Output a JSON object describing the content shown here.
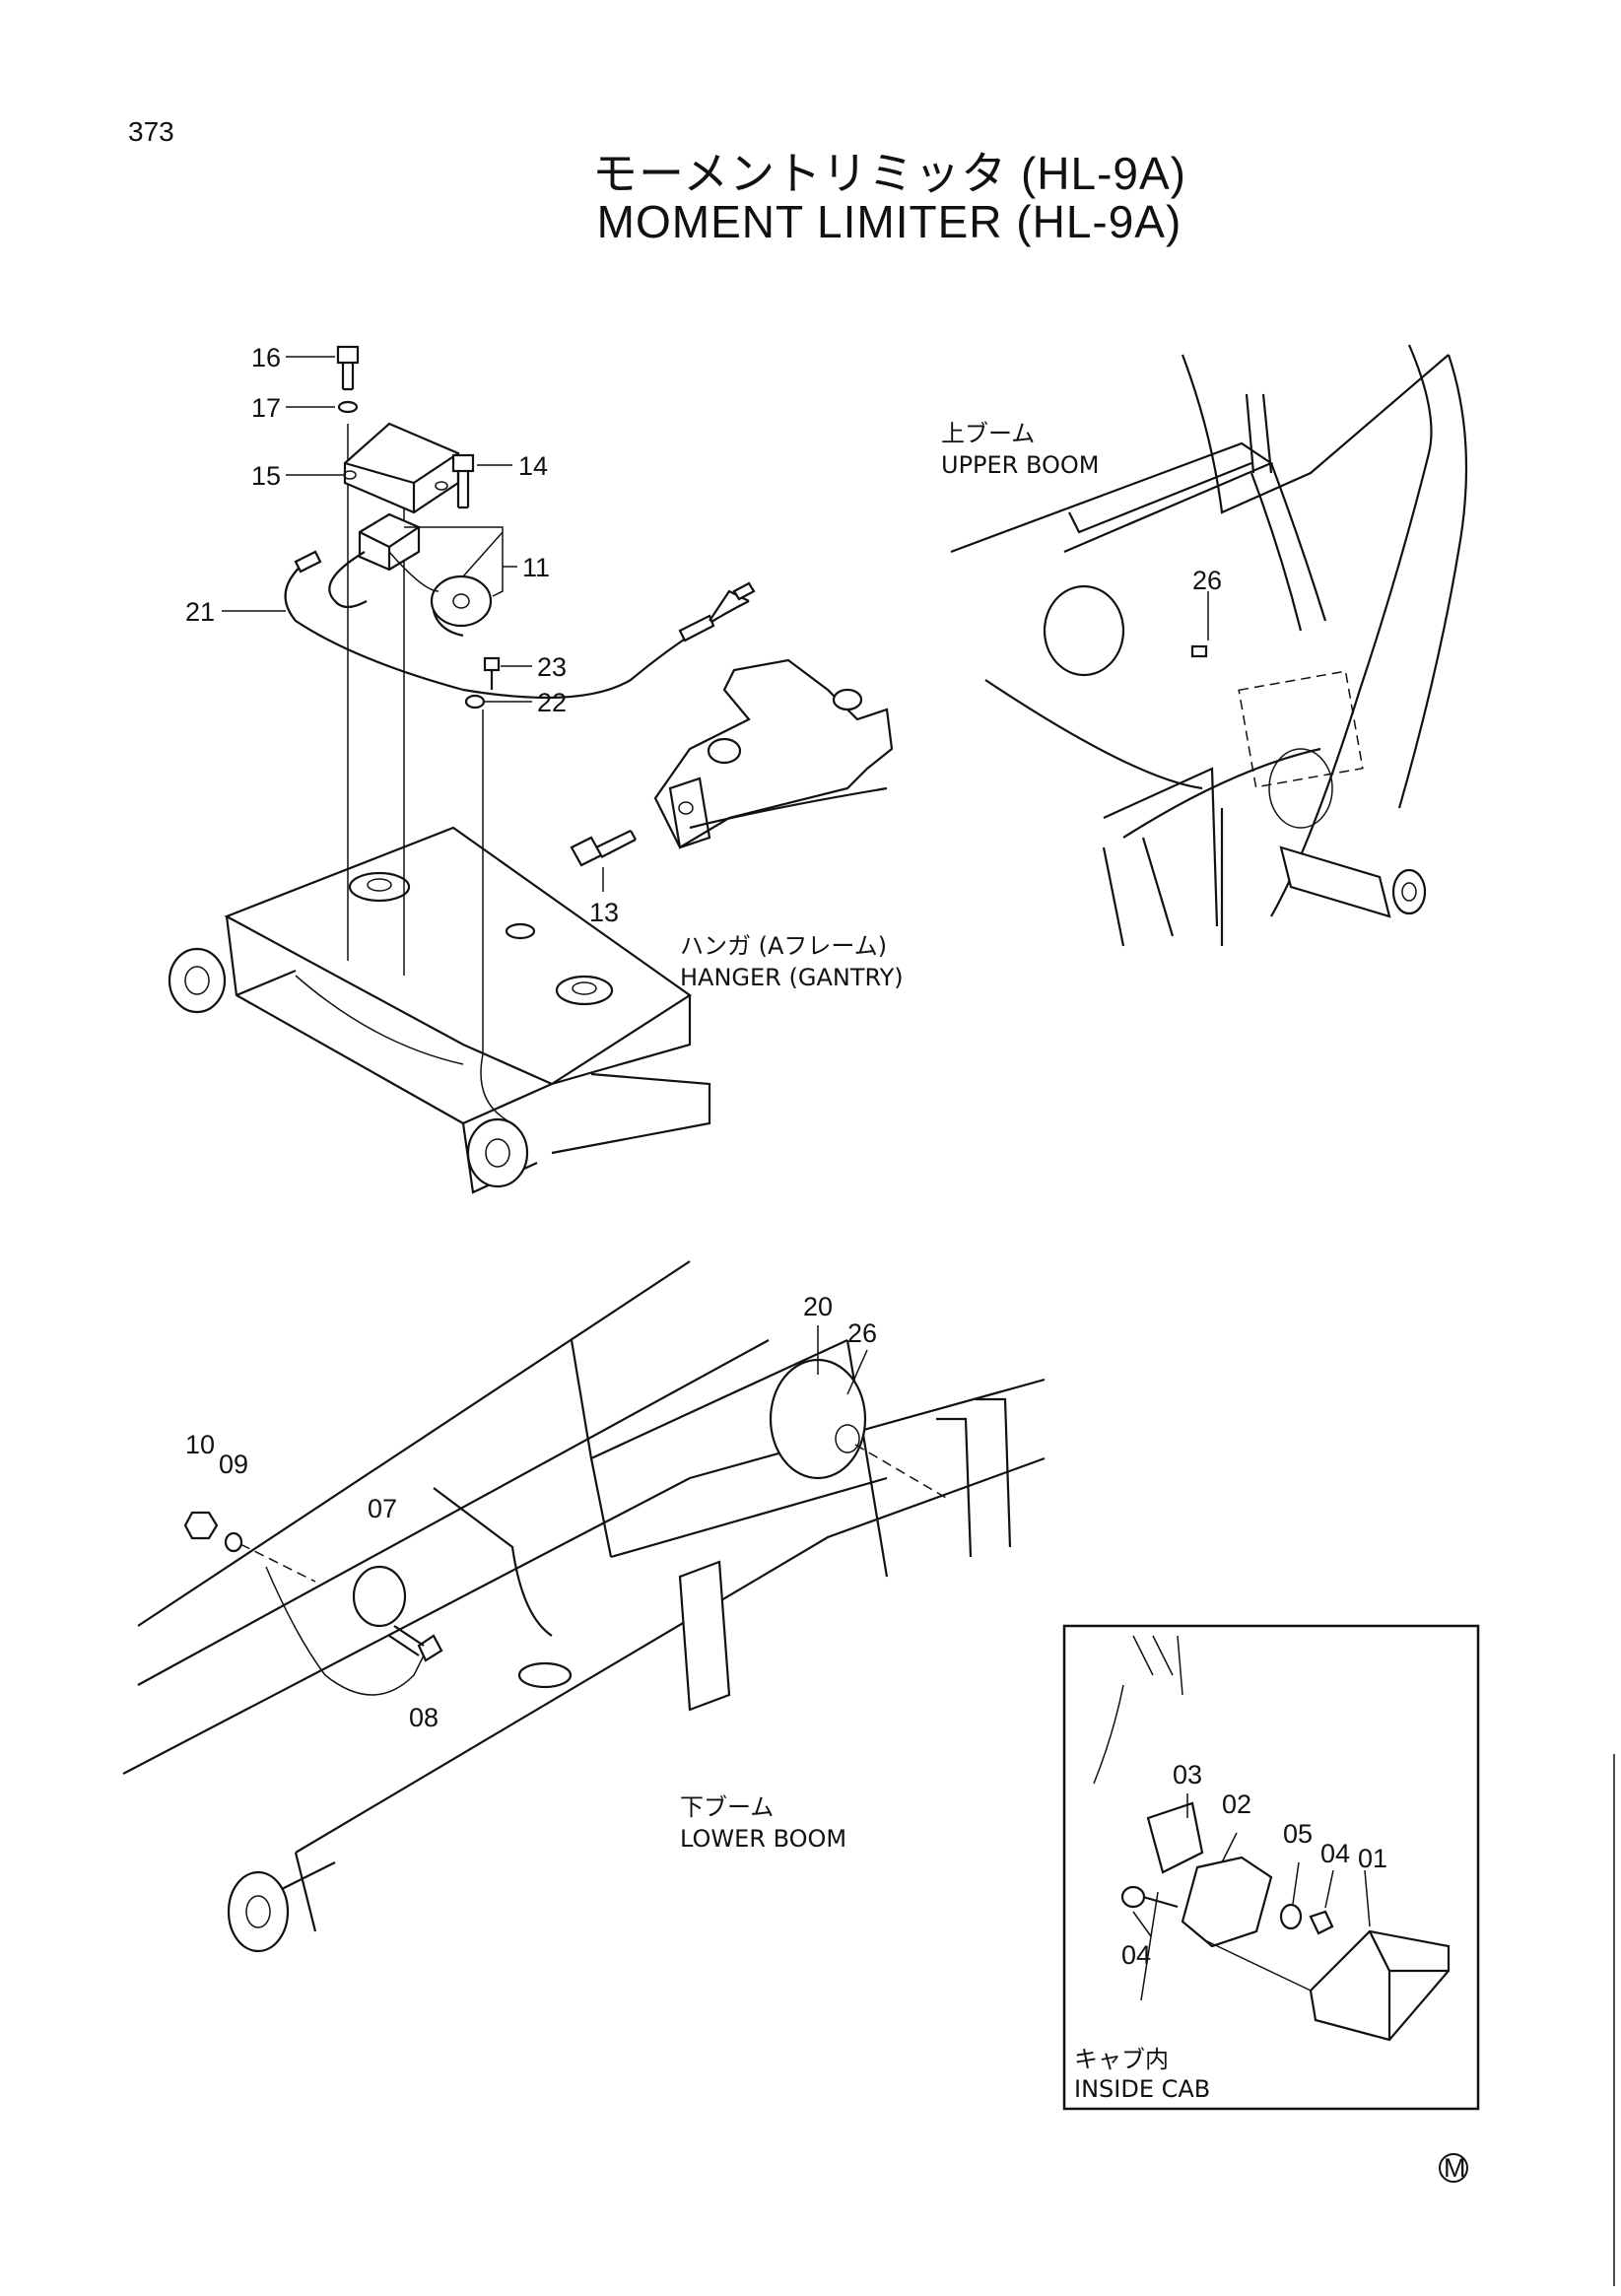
{
  "page_number": "373",
  "title_jp": "モーメントリミッタ (HL-9A)",
  "title_en": "MOMENT LIMITER (HL-9A)",
  "captions": {
    "upper_boom_jp": "上ブーム",
    "upper_boom_en": "UPPER BOOM",
    "hanger_jp": "ハンガ (Aフレーム)",
    "hanger_en": "HANGER (GANTRY)",
    "lower_boom_jp": "下ブーム",
    "lower_boom_en": "LOWER BOOM",
    "inside_cab_jp": "キャブ内",
    "inside_cab_en": "INSIDE CAB"
  },
  "part_labels": [
    "16",
    "17",
    "15",
    "14",
    "11",
    "21",
    "23",
    "22",
    "13",
    "26",
    "20",
    "26",
    "10",
    "09",
    "07",
    "08",
    "03",
    "02",
    "05",
    "04",
    "01",
    "04"
  ],
  "mark": "M"
}
